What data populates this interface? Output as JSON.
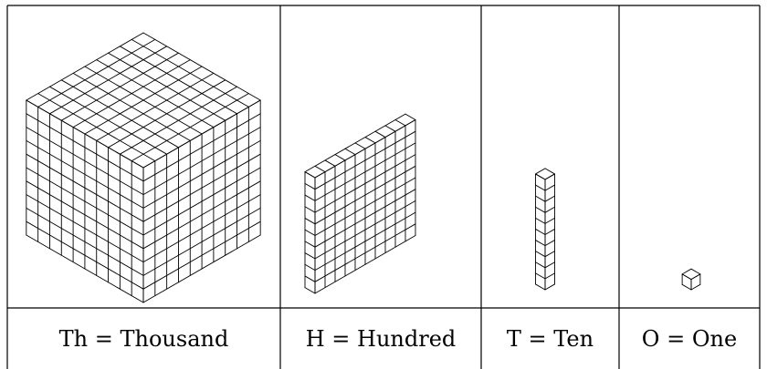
{
  "blocks": [
    {
      "id": "thousand",
      "caption": "Th = Thousand"
    },
    {
      "id": "hundred",
      "caption": "H = Hundred"
    },
    {
      "id": "ten",
      "caption": "T = Ten"
    },
    {
      "id": "one",
      "caption": "O = One"
    }
  ]
}
